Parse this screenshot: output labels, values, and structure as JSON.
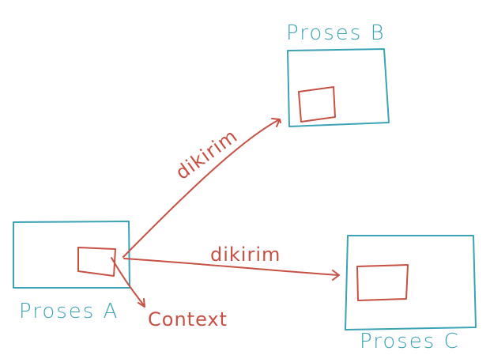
{
  "colors": {
    "process": "#3ba3b5",
    "message": "#c65043",
    "background": "#ffffff"
  },
  "processes": {
    "a": {
      "label": "Proses A"
    },
    "b": {
      "label": "Proses B"
    },
    "c": {
      "label": "Proses C"
    }
  },
  "edges": {
    "a_to_b": {
      "label": "dikirim"
    },
    "a_to_c": {
      "label": "dikirim"
    },
    "a_to_context": {
      "label": "Context"
    }
  }
}
